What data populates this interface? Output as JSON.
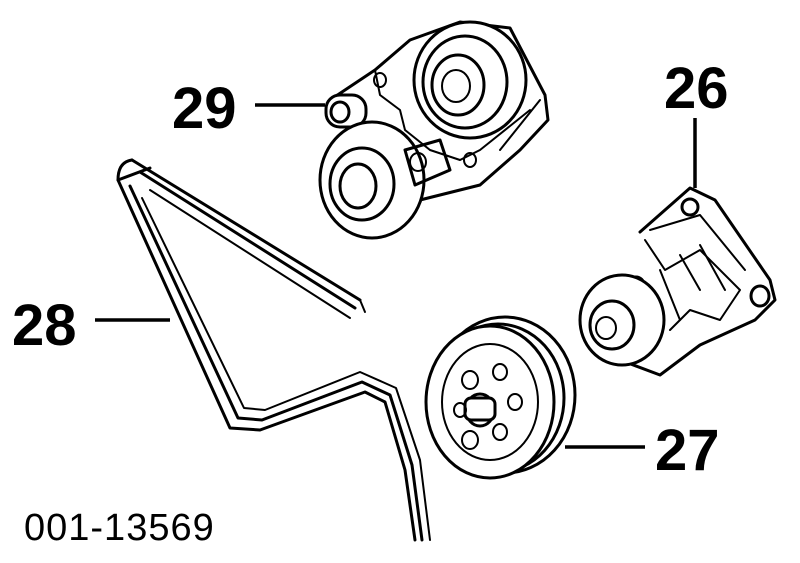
{
  "figure_id": "001-13569",
  "callouts": [
    {
      "label": "26",
      "part": "water-pump"
    },
    {
      "label": "27",
      "part": "water-pump-pulley"
    },
    {
      "label": "28",
      "part": "drive-belt"
    },
    {
      "label": "29",
      "part": "belt-tensioner"
    }
  ],
  "colors": {
    "ink": "#000000",
    "background": "#ffffff"
  }
}
